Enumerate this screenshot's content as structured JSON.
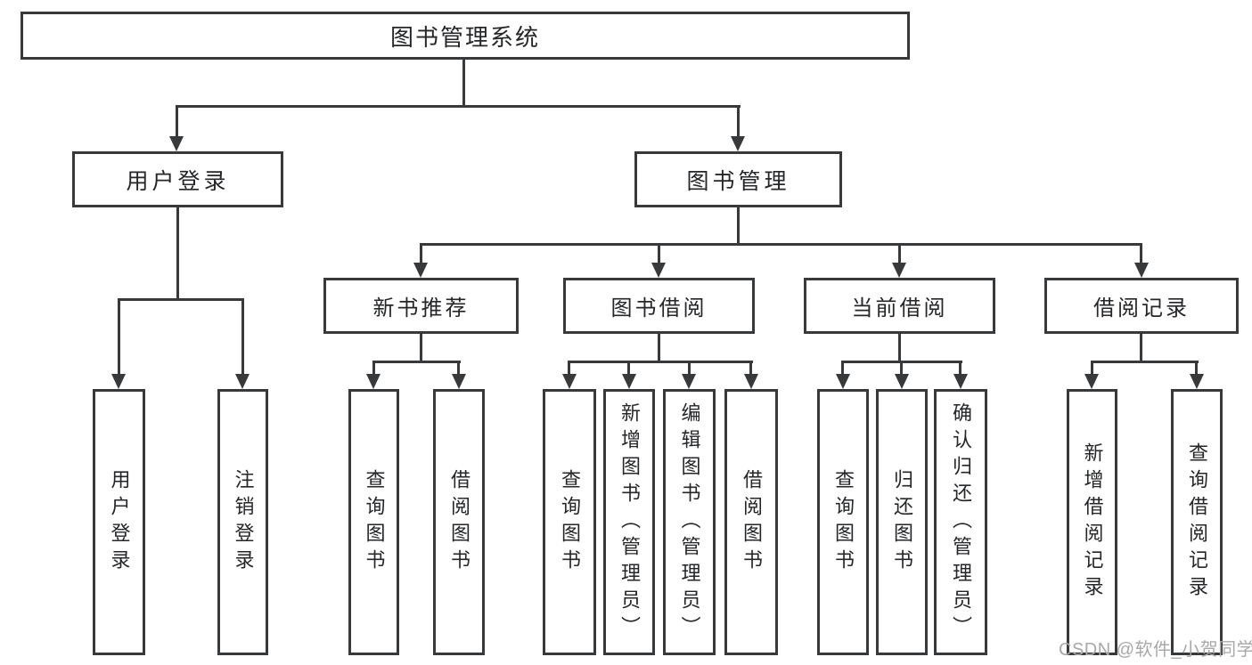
{
  "diagram": {
    "root": "图书管理系统",
    "level1": {
      "user_login": "用户登录",
      "book_mgmt": "图书管理"
    },
    "level2": {
      "new_books": "新书推荐",
      "book_borrow": "图书借阅",
      "current_borrow": "当前借阅",
      "borrow_records": "借阅记录"
    },
    "leaves": {
      "user_login": [
        "用户登录",
        "注销登录"
      ],
      "new_books": [
        "查询图书",
        "借阅图书"
      ],
      "book_borrow": [
        "查询图书",
        "新增图书（管理员）",
        "编辑图书（管理员）",
        "借阅图书"
      ],
      "current_borrow": [
        "查询图书",
        "归还图书",
        "确认归还（管理员）"
      ],
      "borrow_records": [
        "新增借阅记录",
        "查询借阅记录"
      ]
    }
  },
  "watermark": "CSDN @软件_小贺同学",
  "colors": {
    "line": "#37393b",
    "text": "#242628",
    "watermark": "#a8a8a8",
    "background": "#ffffff"
  }
}
